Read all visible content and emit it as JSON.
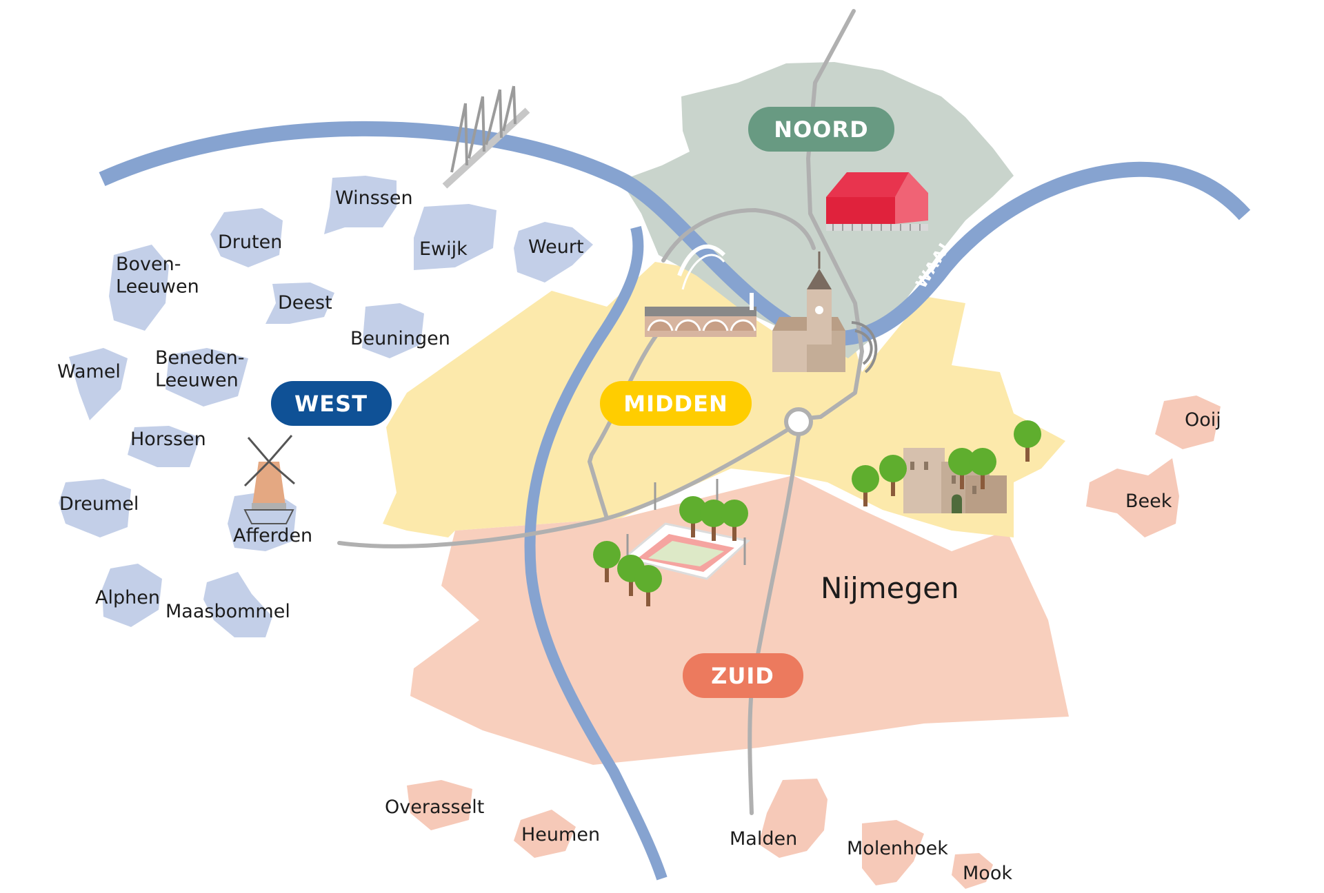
{
  "city": {
    "name": "Nijmegen"
  },
  "river": {
    "name": "WAAL"
  },
  "districts": {
    "noord": {
      "label": "NOORD",
      "color": "#689a82"
    },
    "west": {
      "label": "WEST",
      "color": "#0f5196"
    },
    "midden": {
      "label": "MIDDEN",
      "color": "#ffcd00"
    },
    "zuid": {
      "label": "ZUID",
      "color": "#ec7a5e"
    }
  },
  "colors": {
    "water": "#86a3d0",
    "noord_area": "#c9d4cc",
    "midden_area": "#fce9ab",
    "zuid_area": "#f8cfbd",
    "west_village": "#c3cfe8",
    "south_village": "#f6c9b8",
    "road": "#b0b0b0"
  },
  "villages": {
    "west": [
      "Winssen",
      "Druten",
      "Ewijk",
      "Weurt",
      "Boven-\nLeeuwen",
      "Deest",
      "Beuningen",
      "Wamel",
      "Beneden-\nLeeuwen",
      "Horssen",
      "Dreumel",
      "Afferden",
      "Alphen",
      "Maasbommel"
    ],
    "east": [
      "Ooij",
      "Beek"
    ],
    "south": [
      "Overasselt",
      "Heumen",
      "Malden",
      "Molenhoek",
      "Mook"
    ]
  },
  "landmarks": [
    "bridge-icon",
    "arena-icon",
    "arch-bridge-icon",
    "station-icon",
    "church-icon",
    "windmill-icon",
    "stadium-icon",
    "castle-icon",
    "tree-icon"
  ]
}
